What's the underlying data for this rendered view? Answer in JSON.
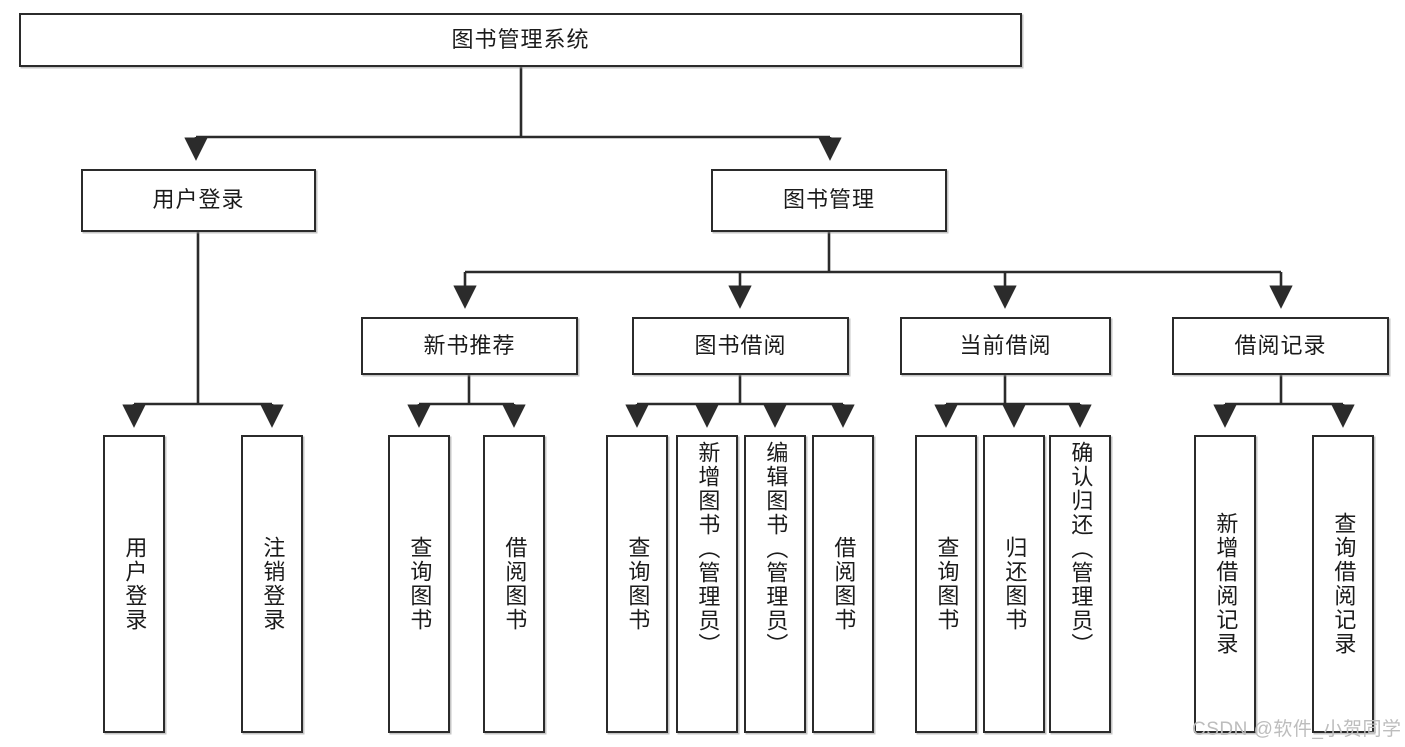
{
  "diagram": {
    "type": "tree-hierarchy-chart",
    "title": "图书管理系统",
    "colors": {
      "box_border": "#2b2b2b",
      "box_fill": "#ffffff",
      "connector": "#2b2b2b",
      "text": "#1b1b1b",
      "watermark": "#bdbdbd"
    },
    "root": {
      "label": "图书管理系统"
    },
    "level2": [
      {
        "label": "用户登录"
      },
      {
        "label": "图书管理"
      }
    ],
    "level3": [
      {
        "label": "新书推荐"
      },
      {
        "label": "图书借阅"
      },
      {
        "label": "当前借阅"
      },
      {
        "label": "借阅记录"
      }
    ],
    "leaves": {
      "user_login": [
        {
          "label": "用户登录"
        },
        {
          "label": "注销登录"
        }
      ],
      "new_book_recommend": [
        {
          "label": "查询图书"
        },
        {
          "label": "借阅图书"
        }
      ],
      "book_borrow": [
        {
          "label": "查询图书"
        },
        {
          "label": "新增图书（管理员）"
        },
        {
          "label": "编辑图书（管理员）"
        },
        {
          "label": "借阅图书"
        }
      ],
      "current_borrow": [
        {
          "label": "查询图书"
        },
        {
          "label": "归还图书"
        },
        {
          "label": "确认归还（管理员）"
        }
      ],
      "borrow_record": [
        {
          "label": "新增借阅记录"
        },
        {
          "label": "查询借阅记录"
        }
      ]
    },
    "watermark": "CSDN @软件_小贺同学"
  }
}
